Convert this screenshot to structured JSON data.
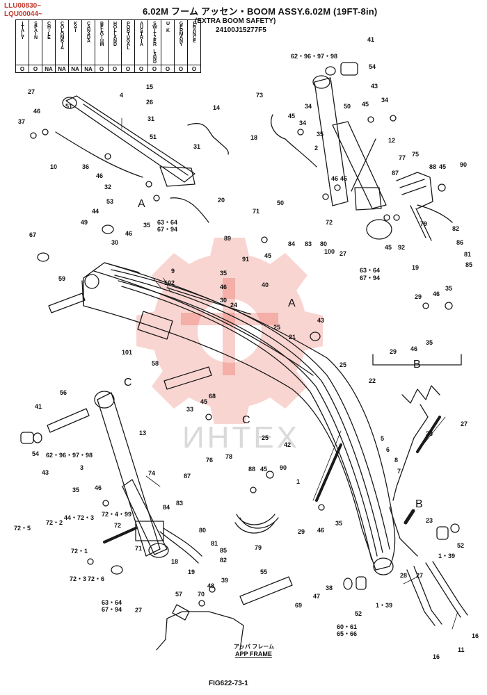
{
  "header": {
    "serial_1": "LLU00830~",
    "serial_2": "LQU00044~",
    "title": "6.02M フーム アッセン・BOOM ASSY.6.02M (19FT-8in)",
    "subtitle": "(EXTRA BOOM SAFETY)",
    "part_number": "24100J15277F5"
  },
  "country_table": {
    "countries": [
      "ITALY",
      "SPAIN",
      "CHILE",
      "COLOMBIA",
      "KAI",
      "CANADA",
      "BELGIUM",
      "HOLLAND",
      "PORTUGAL",
      "AUSTRIA",
      "SWITZER LAND",
      "U.K",
      "GERMANY",
      "FRANCE"
    ],
    "marks": [
      "O",
      "O",
      "NA",
      "NA",
      "NA",
      "NA",
      "O",
      "O",
      "O",
      "O",
      "O",
      "O",
      "O",
      "O"
    ]
  },
  "callouts": {
    "c41a": "41",
    "c54a": "54",
    "c62a": "62・96・97・98",
    "c43a": "43",
    "c34a": "34",
    "c27a": "27",
    "c4": "4",
    "c15": "15",
    "c26": "26",
    "c14": "14",
    "c46a": "46",
    "c51a": "51",
    "c37": "37",
    "c31a": "31",
    "c51b": "51",
    "c31b": "31",
    "c10": "10",
    "c36": "36",
    "c46b": "46",
    "c32": "32",
    "c73": "73",
    "c18a": "18",
    "c45a": "45",
    "c34b": "34",
    "c2": "2",
    "c50a": "50",
    "c45b": "45",
    "c34c": "34",
    "c12": "12",
    "c53": "53",
    "c44": "44",
    "c49": "49",
    "c35a": "35",
    "c63a": "63・64",
    "c67a": "67・94",
    "c20": "20",
    "c46c": "46",
    "c30a": "30",
    "c67": "67",
    "c9": "9",
    "c35b": "35",
    "c46d": "46",
    "c30b": "30",
    "c102": "102",
    "c24": "24",
    "c59": "59",
    "c101": "101",
    "c35c": "35",
    "c46e": "46",
    "c46f": "46",
    "c87a": "87",
    "c77": "77",
    "c75": "75",
    "c88a": "88",
    "c45c": "45",
    "c90a": "90",
    "c71a": "71",
    "c50b": "50",
    "c89": "89",
    "c84a": "84",
    "c83a": "83",
    "c72a": "72",
    "c80a": "80",
    "c100": "100",
    "c45d": "45",
    "c92": "92",
    "c79a": "79",
    "c82a": "82",
    "c86": "86",
    "c81a": "81",
    "c85a": "85",
    "c91": "91",
    "c45e": "45",
    "c27b": "27",
    "c63b": "63・64",
    "c67b": "67・94",
    "c19a": "19",
    "c40": "40",
    "c43b": "43",
    "c25a": "25",
    "c21": "21",
    "c29a": "29",
    "c46g": "46",
    "c35d": "35",
    "c29b": "29",
    "c46h": "46",
    "c35e": "35",
    "c58": "58",
    "c25b": "25",
    "c22": "22",
    "c56": "56",
    "c68": "68",
    "c45f": "45",
    "c33": "33",
    "c25c": "25",
    "c42": "42",
    "c41b": "41",
    "c54b": "54",
    "c62b": "62・96・97・98",
    "c43c": "43",
    "c13": "13",
    "c3": "3",
    "c1": "1",
    "c76": "76",
    "c78": "78",
    "c88b": "88",
    "c45g": "45",
    "c90b": "90",
    "c87b": "87",
    "c74": "74",
    "c83b": "83",
    "c84b": "84",
    "c80b": "80",
    "c81b": "81",
    "c85b": "85",
    "c82b": "82",
    "c79b": "79",
    "c35f": "35",
    "c46i": "46",
    "c44b": "44・72・3",
    "c72b": "72・4・99",
    "c72c": "72・5",
    "c72d": "72・2",
    "c72e": "72・1",
    "c72f": "72",
    "c72g": "72・3",
    "c72h": "72・6",
    "c71b": "71",
    "c18b": "18",
    "c19b": "19",
    "c5": "5",
    "c6": "6",
    "c8": "8",
    "c7": "7",
    "c23a": "23",
    "c27c": "27",
    "c23b": "23",
    "c29c": "29",
    "c46j": "46",
    "c35g": "35",
    "c52a": "52",
    "c139a": "1・39",
    "c63c": "63・64",
    "c67c": "67・94",
    "c27d": "27",
    "c57": "57",
    "c70": "70",
    "c48": "48",
    "c39": "39",
    "c55": "55",
    "c69": "69",
    "c47": "47",
    "c38": "38",
    "c60": "60・61",
    "c65": "65・66",
    "c52b": "52",
    "c139b": "1・39",
    "c28": "28",
    "c27e": "27",
    "c16a": "16",
    "c16b": "16",
    "c11": "11"
  },
  "section_marks": {
    "A1": "A",
    "A2": "A",
    "B1": "B",
    "B2": "B",
    "C1": "C",
    "C2": "C"
  },
  "frame_label_jp": "アッパ フレーム",
  "frame_label": "APP FRAME",
  "figure_id": "FIG622-73-1",
  "watermark": "ИНТЕХ",
  "colors": {
    "line": "#1a1a1a",
    "watermark": "#e4402f",
    "serial": "#c0392b"
  }
}
